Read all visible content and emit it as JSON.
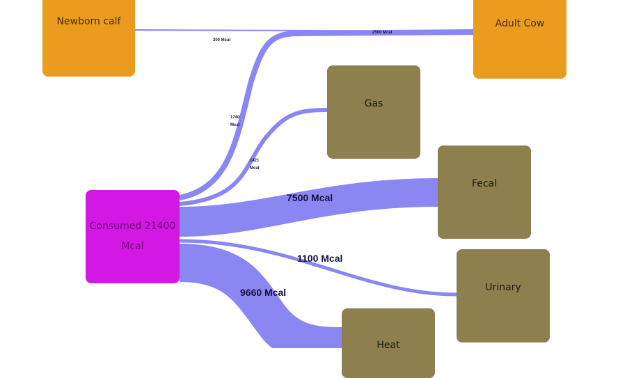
{
  "chart_data": {
    "type": "sankey",
    "title": "",
    "units": "Mcal",
    "nodes": [
      {
        "id": "consumed",
        "label": "Consumed 21400 Mcal",
        "value": 21400,
        "color": "#d318e4"
      },
      {
        "id": "newborn_calf",
        "label": "Newborn calf",
        "color": "#e99c1e"
      },
      {
        "id": "adult_cow",
        "label": "Adult Cow",
        "color": "#e99c1e"
      },
      {
        "id": "gas",
        "label": "Gas",
        "color": "#8e7f4f"
      },
      {
        "id": "fecal",
        "label": "Fecal",
        "color": "#8e7f4f"
      },
      {
        "id": "urinary",
        "label": "Urinary",
        "color": "#8e7f4f"
      },
      {
        "id": "heat",
        "label": "Heat",
        "color": "#8e7f4f"
      }
    ],
    "links": [
      {
        "source": "newborn_calf",
        "target": "adult_cow",
        "value": 200,
        "label": "200 Mcal"
      },
      {
        "source": "consumed",
        "target": "adult_cow",
        "value": 1740,
        "label": "1740 Mcal"
      },
      {
        "source": "consumed",
        "target": "gas",
        "value": 1421,
        "label": "1421 Mcal"
      },
      {
        "source": "consumed",
        "target": "fecal",
        "value": 7500,
        "label": "7500 Mcal"
      },
      {
        "source": "consumed",
        "target": "urinary",
        "value": 1100,
        "label": "1100 Mcal"
      },
      {
        "source": "consumed",
        "target": "heat",
        "value": 9660,
        "label": "9660 Mcal"
      }
    ],
    "annotations": [
      "2500 Mcal"
    ],
    "link_color": "#8a87f2"
  },
  "nodes": {
    "newborn_calf": "Newborn calf",
    "adult_cow": "Adult Cow",
    "gas": "Gas",
    "fecal": "Fecal",
    "urinary": "Urinary",
    "heat": "Heat",
    "consumed_line1": "Consumed 21400",
    "consumed_line2": "Mcal"
  },
  "labels": {
    "calf_to_cow": "200 Mcal",
    "into_cow": "2500 Mcal",
    "cow_branch_value": "1740",
    "cow_branch_unit": "Mcal",
    "gas_value": "1421",
    "gas_unit": "Mcal",
    "fecal": "7500 Mcal",
    "urinary": "1100 Mcal",
    "heat": "9660 Mcal"
  }
}
